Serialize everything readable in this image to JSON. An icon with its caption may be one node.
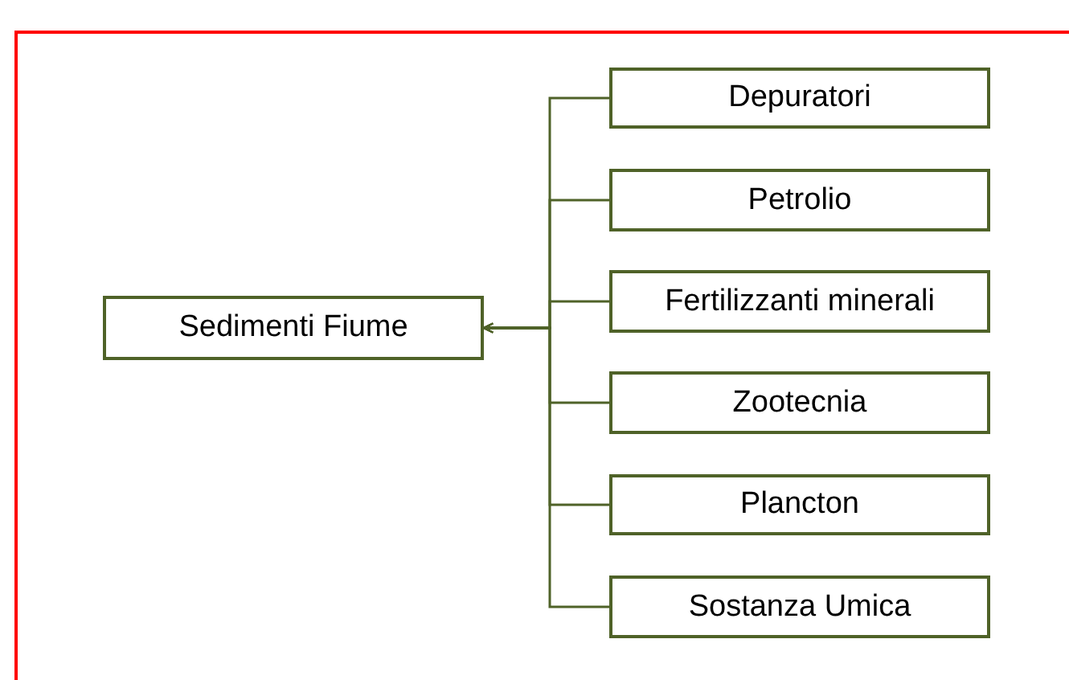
{
  "diagram": {
    "nodes": [
      {
        "text": [
          "Sedimenti Fiume"
        ]
      },
      {
        "text": [
          "Depuratori"
        ]
      },
      {
        "text": [
          "Petrolio"
        ]
      },
      {
        "text": [
          "Fertilizzanti minerali"
        ]
      },
      {
        "text": [
          "Zootecnia"
        ]
      },
      {
        "text": [
          "Plancton"
        ]
      },
      {
        "text": [
          "Sostanza Umica"
        ]
      }
    ],
    "edges": [
      {
        "from": 1,
        "to": 0,
        "arrow": "to"
      },
      {
        "from": 2,
        "to": 0,
        "arrow": "to"
      },
      {
        "from": 3,
        "to": 0,
        "arrow": "to"
      },
      {
        "from": 4,
        "to": 0,
        "arrow": "to"
      },
      {
        "from": 5,
        "to": 0,
        "arrow": "to"
      },
      {
        "from": 6,
        "to": 0,
        "arrow": "to"
      }
    ]
  }
}
